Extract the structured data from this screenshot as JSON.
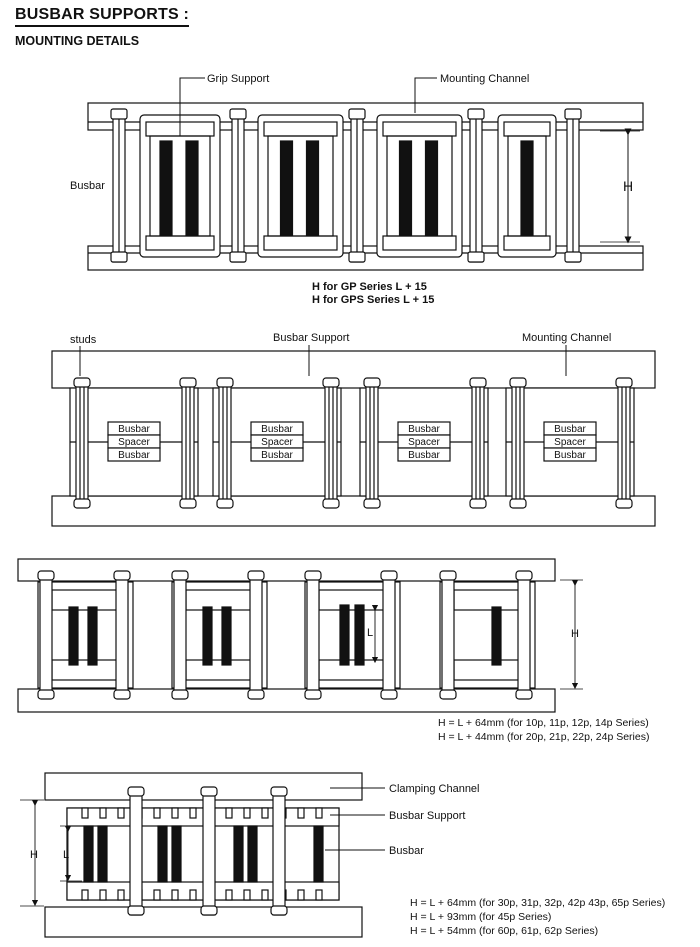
{
  "page": {
    "title": "BUSBAR SUPPORTS :",
    "subtitle": "MOUNTING DETAILS"
  },
  "fig1": {
    "grip_support": "Grip Support",
    "mounting_channel": "Mounting Channel",
    "busbar": "Busbar",
    "h": "H",
    "note_gp": "H for GP Series L + 15",
    "note_gps": "H for GPS Series L + 15"
  },
  "fig2": {
    "studs": "studs",
    "busbar_support": "Busbar Support",
    "mounting_channel": "Mounting Channel",
    "stack": [
      "Busbar",
      "Spacer",
      "Busbar"
    ]
  },
  "fig3": {
    "l": "L",
    "h": "H",
    "note1": "H = L + 64mm (for 10p, 11p, 12p, 14p Series)",
    "note2": "H = L + 44mm (for 20p, 21p, 22p, 24p Series)"
  },
  "fig4": {
    "clamping_channel": "Clamping Channel",
    "busbar_support": "Busbar Support",
    "busbar": "Busbar",
    "h": "H",
    "l": "L",
    "note1": "H = L + 64mm (for 30p, 31p, 32p, 42p 43p, 65p Series)",
    "note2": "H = L + 93mm (for 45p Series)",
    "note3": "H = L + 54mm (for 60p, 61p, 62p Series)"
  }
}
